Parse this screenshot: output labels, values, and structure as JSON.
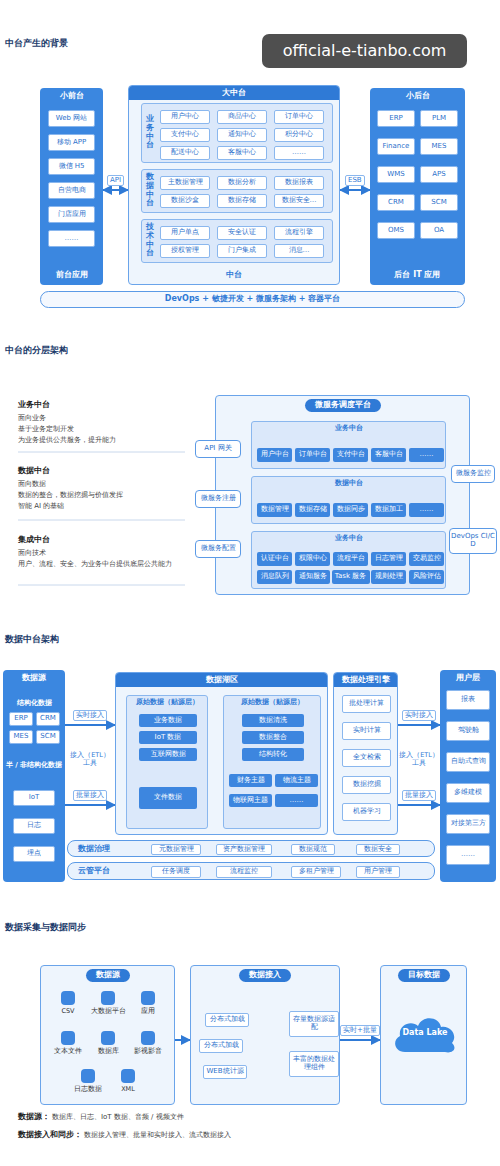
{
  "diagram": {
    "nodes": [
      {
        "text": [
          "小前台",
          "前台应用"
        ]
      },
      {
        "text": [
          "Web 网站"
        ],
        "in": 0
      },
      {
        "text": [
          "移动 APP"
        ],
        "in": 0
      },
      {
        "text": [
          "微信 H5"
        ],
        "in": 0
      },
      {
        "text": [
          "自营电商"
        ],
        "in": 0
      },
      {
        "text": [
          "门店应用"
        ],
        "in": 0
      },
      {
        "text": [
          "……"
        ],
        "in": 0
      },
      {
        "text": [
          "大中台",
          "中台"
        ]
      },
      {
        "text": [
          "业务中台"
        ],
        "in": 7
      },
      {
        "text": [
          "用户中心"
        ],
        "in": 8
      },
      {
        "text": [
          "商品中心"
        ],
        "in": 8
      },
      {
        "text": [
          "订单中心"
        ],
        "in": 8
      },
      {
        "text": [
          "支付中心"
        ],
        "in": 8
      },
      {
        "text": [
          "通知中心"
        ],
        "in": 8
      },
      {
        "text": [
          "积分中心"
        ],
        "in": 8
      },
      {
        "text": [
          "配送中心"
        ],
        "in": 8
      },
      {
        "text": [
          "客服中心"
        ],
        "in": 8
      },
      {
        "text": [
          "……"
        ],
        "in": 8
      },
      {
        "text": [
          "数据中台"
        ],
        "in": 7
      },
      {
        "text": [
          "主数据管理"
        ],
        "in": 18
      },
      {
        "text": [
          "数据分析"
        ],
        "in": 18
      },
      {
        "text": [
          "数据报表"
        ],
        "in": 18
      },
      {
        "text": [
          "数据沙盒"
        ],
        "in": 18
      },
      {
        "text": [
          "数据存储"
        ],
        "in": 18
      },
      {
        "text": [
          "数据安全…"
        ],
        "in": 18
      },
      {
        "text": [
          "技术中台"
        ],
        "in": 7
      },
      {
        "text": [
          "用户单点"
        ],
        "in": 25
      },
      {
        "text": [
          "安全认证"
        ],
        "in": 25
      },
      {
        "text": [
          "流程引擎"
        ],
        "in": 25
      },
      {
        "text": [
          "授权管理"
        ],
        "in": 25
      },
      {
        "text": [
          "门户集成"
        ],
        "in": 25
      },
      {
        "text": [
          "消息…"
        ],
        "in": 25
      },
      {
        "text": [
          "小后台",
          "后台 IT 应用"
        ]
      },
      {
        "text": [
          "ERP"
        ],
        "in": 32
      },
      {
        "text": [
          "PLM"
        ],
        "in": 32
      },
      {
        "text": [
          "Finance"
        ],
        "in": 32
      },
      {
        "text": [
          "MES"
        ],
        "in": 32
      },
      {
        "text": [
          "WMS"
        ],
        "in": 32
      },
      {
        "text": [
          "APS"
        ],
        "in": 32
      },
      {
        "text": [
          "CRM"
        ],
        "in": 32
      },
      {
        "text": [
          "SCM"
        ],
        "in": 32
      },
      {
        "text": [
          "OMS"
        ],
        "in": 32
      },
      {
        "text": [
          "OA"
        ],
        "in": 32
      },
      {
        "text": [
          "DevOps + 敏捷开发 + 微服务架构 + 容器平台"
        ]
      },
      {
        "text": [
          "微服务调度平台"
        ]
      },
      {
        "text": [
          "业务中台"
        ],
        "in": 44
      },
      {
        "text": [
          "用户中台"
        ],
        "in": 45
      },
      {
        "text": [
          "订单中台"
        ],
        "in": 45
      },
      {
        "text": [
          "支付中台"
        ],
        "in": 45
      },
      {
        "text": [
          "客服中台"
        ],
        "in": 45
      },
      {
        "text": [
          "……"
        ],
        "in": 45
      },
      {
        "text": [
          "数据中台"
        ],
        "in": 44
      },
      {
        "text": [
          "数据管理"
        ],
        "in": 51
      },
      {
        "text": [
          "数据存储"
        ],
        "in": 51
      },
      {
        "text": [
          "数据同步"
        ],
        "in": 51
      },
      {
        "text": [
          "数据加工"
        ],
        "in": 51
      },
      {
        "text": [
          "……"
        ],
        "in": 51
      },
      {
        "text": [
          "业务中台"
        ],
        "in": 44
      },
      {
        "text": [
          "认证中台"
        ],
        "in": 57
      },
      {
        "text": [
          "权限中心"
        ],
        "in": 57
      },
      {
        "text": [
          "流程平台"
        ],
        "in": 57
      },
      {
        "text": [
          "日志管理"
        ],
        "in": 57
      },
      {
        "text": [
          "交易监控"
        ],
        "in": 57
      },
      {
        "text": [
          "消息队列"
        ],
        "in": 57
      },
      {
        "text": [
          "通知服务"
        ],
        "in": 57
      },
      {
        "text": [
          "Task 服务"
        ],
        "in": 57
      },
      {
        "text": [
          "规则处理"
        ],
        "in": 57
      },
      {
        "text": [
          "风险评估"
        ],
        "in": 57
      },
      {
        "text": [
          "API 网关"
        ]
      },
      {
        "text": [
          "微服务注册"
        ]
      },
      {
        "text": [
          "微服务配置"
        ]
      },
      {
        "text": [
          "微服务监控"
        ]
      },
      {
        "text": [
          "DevOps CI/CD"
        ]
      },
      {
        "text": [
          "数据源",
          "结构化数据",
          "半 / 非结构化数据"
        ]
      },
      {
        "text": [
          "ERP"
        ],
        "in": 73
      },
      {
        "text": [
          "CRM"
        ],
        "in": 73
      },
      {
        "text": [
          "MES"
        ],
        "in": 73
      },
      {
        "text": [
          "SCM"
        ],
        "in": 73
      },
      {
        "text": [
          "IoT"
        ],
        "in": 73
      },
      {
        "text": [
          "日志"
        ],
        "in": 73
      },
      {
        "text": [
          "埋点"
        ],
        "in": 73
      },
      {
        "text": [
          "数据湖区"
        ]
      },
      {
        "text": [
          "原始数据（贴源层）"
        ],
        "in": 81
      },
      {
        "text": [
          "业务数据"
        ],
        "in": 82
      },
      {
        "text": [
          "IoT 数据"
        ],
        "in": 82
      },
      {
        "text": [
          "互联网数据"
        ],
        "in": 82
      },
      {
        "text": [
          "文件数据"
        ],
        "in": 82
      },
      {
        "text": [
          "原始数据（贴源层）"
        ],
        "in": 81
      },
      {
        "text": [
          "数据清洗"
        ],
        "in": 87
      },
      {
        "text": [
          "数据整合"
        ],
        "in": 87
      },
      {
        "text": [
          "结构转化"
        ],
        "in": 87
      },
      {
        "text": [
          "财务主题"
        ],
        "in": 87
      },
      {
        "text": [
          "物流主题"
        ],
        "in": 87
      },
      {
        "text": [
          "物联网主题"
        ],
        "in": 87
      },
      {
        "text": [
          "……"
        ],
        "in": 87
      },
      {
        "text": [
          "数据处理引擎"
        ]
      },
      {
        "text": [
          "批处理计算"
        ],
        "in": 95
      },
      {
        "text": [
          "实时计算"
        ],
        "in": 95
      },
      {
        "text": [
          "全文检索"
        ],
        "in": 95
      },
      {
        "text": [
          "数据挖掘"
        ],
        "in": 95
      },
      {
        "text": [
          "机器学习"
        ],
        "in": 95
      },
      {
        "text": [
          "用户层"
        ]
      },
      {
        "text": [
          "报表"
        ],
        "in": 101
      },
      {
        "text": [
          "驾驶舱"
        ],
        "in": 101
      },
      {
        "text": [
          "自助式查询"
        ],
        "in": 101
      },
      {
        "text": [
          "多维建模"
        ],
        "in": 101
      },
      {
        "text": [
          "对接第三方"
        ],
        "in": 101
      },
      {
        "text": [
          "……"
        ],
        "in": 101
      },
      {
        "text": [
          "数据治理"
        ]
      },
      {
        "text": [
          "元数据管理"
        ],
        "in": 108
      },
      {
        "text": [
          "资产数据管理"
        ],
        "in": 108
      },
      {
        "text": [
          "数据规范"
        ],
        "in": 108
      },
      {
        "text": [
          "数据安全"
        ],
        "in": 108
      },
      {
        "text": [
          "云管平台"
        ]
      },
      {
        "text": [
          "任务调度"
        ],
        "in": 113
      },
      {
        "text": [
          "流程监控"
        ],
        "in": 113
      },
      {
        "text": [
          "多租户管理"
        ],
        "in": 113
      },
      {
        "text": [
          "用户管理"
        ],
        "in": 113
      },
      {
        "text": [
          "数据源"
        ]
      },
      {
        "text": [
          "CSV"
        ],
        "in": 118
      },
      {
        "text": [
          "大数据平台"
        ],
        "in": 118
      },
      {
        "text": [
          "应用"
        ],
        "in": 118
      },
      {
        "text": [
          "文本文件"
        ],
        "in": 118
      },
      {
        "text": [
          "数据库"
        ],
        "in": 118
      },
      {
        "text": [
          "影视影音"
        ],
        "in": 118
      },
      {
        "text": [
          "日志数据"
        ],
        "in": 118
      },
      {
        "text": [
          "XML"
        ],
        "in": 118
      },
      {
        "text": [
          "数据接入"
        ]
      },
      {
        "text": [
          "分布式加载"
        ],
        "in": 127
      },
      {
        "text": [
          "分布式加载"
        ],
        "in": 127
      },
      {
        "text": [
          "WEB统计源"
        ],
        "in": 127
      },
      {
        "text": [
          "存量数据源适配"
        ],
        "in": 127
      },
      {
        "text": [
          "丰富的数据处理组件"
        ],
        "in": 127
      },
      {
        "text": [
          "目标数据"
        ]
      },
      {
        "text": [
          "Data Lake"
        ],
        "in": 133
      }
    ],
    "edges": [
      {
        "from": 0,
        "to": 7,
        "label": "API",
        "arrow": "both"
      },
      {
        "from": 7,
        "to": 32,
        "label": "ESB",
        "arrow": "both"
      },
      {
        "from": 73,
        "to": 81,
        "label": "实时接入",
        "arrow": "to"
      },
      {
        "from": 73,
        "to": 81,
        "label": "批量接入",
        "arrow": "to"
      },
      {
        "from": 82,
        "to": 87,
        "arrow": "to"
      },
      {
        "from": 95,
        "to": 101,
        "label": "实时接入",
        "arrow": "to"
      },
      {
        "from": 95,
        "to": 101,
        "label": "批量接入",
        "arrow": "to"
      },
      {
        "from": 118,
        "to": 127,
        "arrow": "to"
      },
      {
        "from": 127,
        "to": 133,
        "label": "实时+批量",
        "arrow": "to"
      }
    ],
    "labels": [
      "official-e-tianbo.com",
      "中台产生的背景",
      "中台的分层架构",
      "业务中台",
      "面向业务",
      "基于业务定制开发",
      "为业务提供公共服务，提升能力",
      "数据中台",
      "面向数据",
      "数据的整合，数据挖掘与价值发挥",
      "智能 AI 的基础",
      "集成中台",
      "面向技术",
      "用户、流程、安全、为业务中台提供底层公共能力",
      "数据中台架构",
      "接入（ETL）工具",
      "接入（ETL）工具",
      "数据采集与数据同步",
      "数据源：",
      "数据库、日志、IoT 数据、音频 / 视频文件",
      "数据接入和同步：",
      "数据接入管理、批量和实时接入、流式数据接入"
    ]
  }
}
